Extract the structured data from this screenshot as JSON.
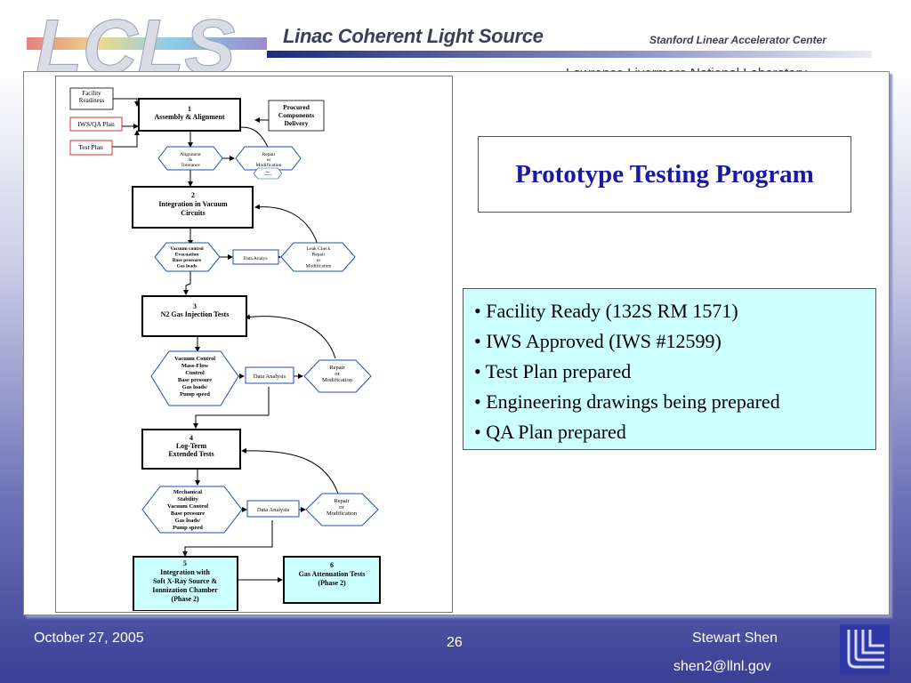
{
  "header": {
    "logo_text": "LCLS",
    "title": "Linac Coherent Light Source",
    "org": "Stanford Linear Accelerator Center",
    "lab": "Lawrence Livermore National Laboratory"
  },
  "slide": {
    "title": "Prototype Testing Program",
    "bullets": [
      "• Facility Ready (132S RM 1571)",
      "• IWS Approved (IWS #12599)",
      "• Test Plan prepared",
      "• Engineering drawings being prepared",
      "• QA Plan prepared"
    ]
  },
  "flowchart": {
    "facility": [
      "Facility",
      "Readiness"
    ],
    "iws_qa": "IWS/QA Plan",
    "test_plan": "Test Plan",
    "procured": [
      "Procured",
      "Components",
      "Delivery"
    ],
    "step1": [
      "1",
      "Assembly & Alignment"
    ],
    "align": [
      "Alignment",
      "&",
      "Tolerance"
    ],
    "repair1": [
      "Repair",
      "or",
      "Modification"
    ],
    "mini": [
      "Data",
      "Analysis"
    ],
    "step2": [
      "2",
      "Integration in Vacuum",
      "Circuits"
    ],
    "vac1": [
      "Vacuum control",
      "Evacuation",
      "Base pressure",
      "Gas loads"
    ],
    "da1": "Data Analys",
    "leak": [
      "Leak Check",
      "Repair",
      "or",
      "Modification"
    ],
    "step3": [
      "3",
      "N2 Gas Injection Tests"
    ],
    "vac2": [
      "Vacuum Control",
      "Mass-Flow",
      "Control",
      "Base pressure",
      "Gas loads/",
      "Pump speed"
    ],
    "da2": "Data Analysis",
    "repair2": [
      "Repair",
      "or",
      "Modification"
    ],
    "step4": [
      "4",
      "Log-Term",
      "Extended Tests"
    ],
    "mech": [
      "Mechanical",
      "Stability",
      "Vacuum Control",
      "Base pressure",
      "Gas loads/",
      "Pump speed"
    ],
    "da3": "Data Analysis",
    "repair3": [
      "Repair",
      "or",
      "Modification"
    ],
    "step5": [
      "5",
      "Integration with",
      "Soft X-Ray Source &",
      "Ionnization Chamber",
      "(Phase 2)"
    ],
    "step6": [
      "6",
      "Gas Attenuation Tests",
      "(Phase 2)"
    ]
  },
  "footer": {
    "date": "October 27,  2005",
    "page": "26",
    "author": "Stewart Shen",
    "email": "shen2@llnl.gov"
  }
}
